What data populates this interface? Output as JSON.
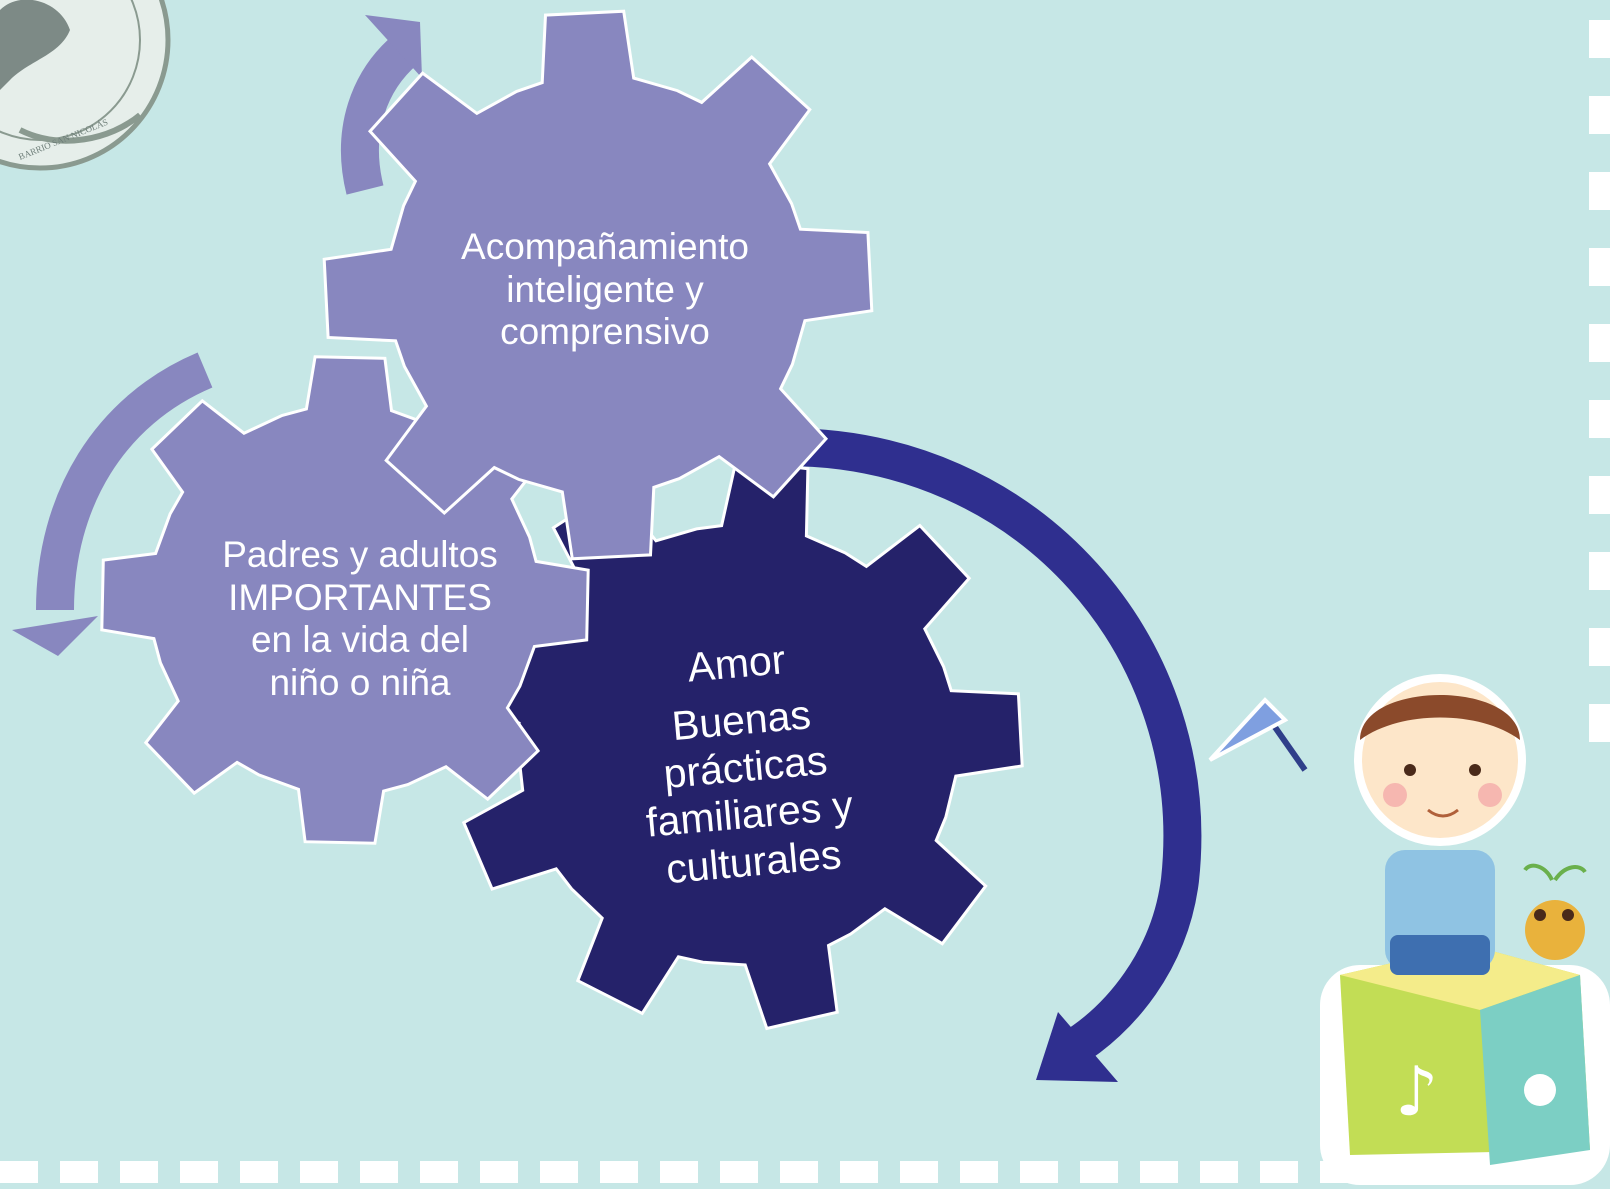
{
  "colors": {
    "background": "#c6e7e6",
    "gear_light": "#8887bf",
    "gear_dark": "#25226a",
    "arrow_light": "#8887bf",
    "arrow_dark": "#2f2f8f",
    "dash": "#ffffff",
    "text": "#ffffff"
  },
  "gears": [
    {
      "name": "top",
      "lines": [
        "Acompañamiento",
        "inteligente y",
        "comprensivo"
      ]
    },
    {
      "name": "left",
      "lines": [
        "Padres y adultos",
        "IMPORTANTES",
        "en la vida del",
        "niño o niña"
      ]
    },
    {
      "name": "right",
      "heading": "Amor",
      "lines": [
        "Buenas",
        "prácticas",
        "familiares y",
        "culturales"
      ]
    }
  ],
  "logo": {
    "text": "BARRIO SAN NICOLÁS"
  },
  "decor": {
    "icon": "child-with-net-on-music-block"
  }
}
